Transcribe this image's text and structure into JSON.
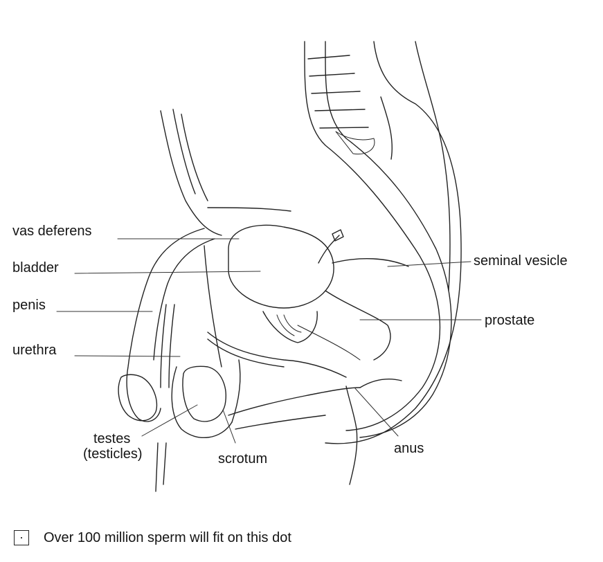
{
  "labels": {
    "vas_deferens": "vas deferens",
    "bladder": "bladder",
    "penis": "penis",
    "urethra": "urethra",
    "testes_line1": "testes",
    "testes_line2": "(testicles)",
    "scrotum": "scrotum",
    "anus": "anus",
    "prostate": "prostate",
    "seminal_vesicle": "seminal vesicle"
  },
  "footnote": {
    "text": "Over 100 million sperm will fit on this dot"
  }
}
